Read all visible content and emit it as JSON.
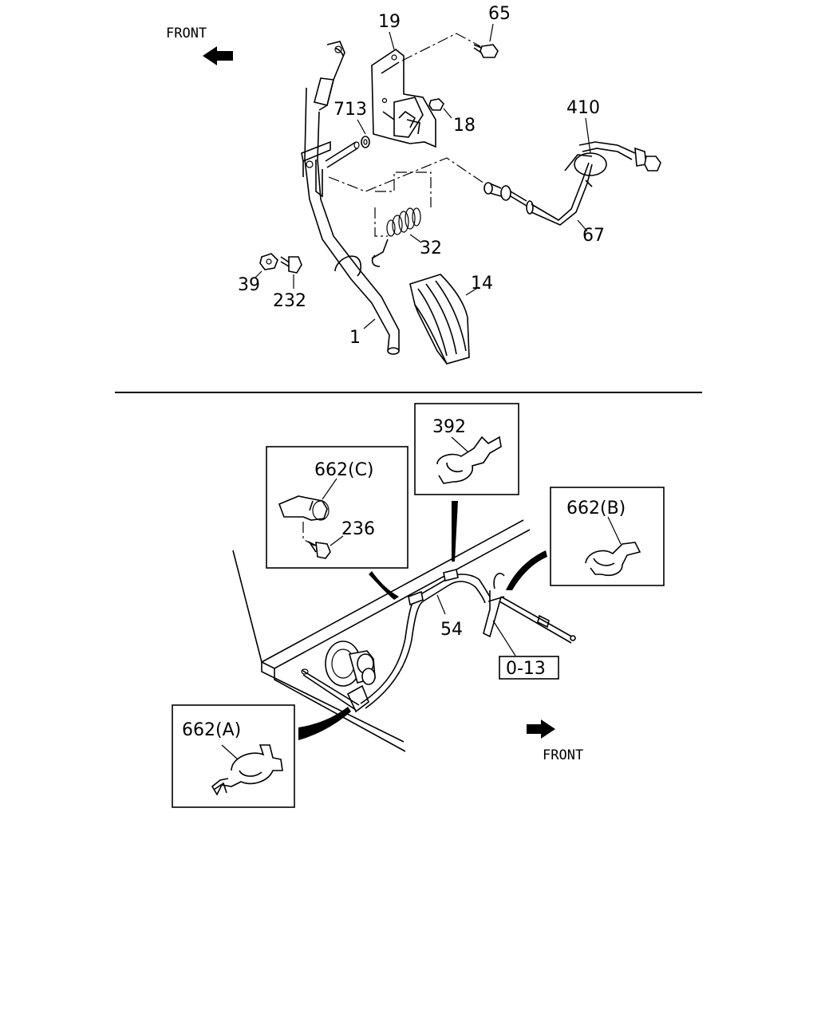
{
  "top": {
    "front_label": "FRONT",
    "parts": {
      "p19": "19",
      "p65": "65",
      "p18": "18",
      "p713": "713",
      "p410": "410",
      "p67": "67",
      "p32": "32",
      "p39": "39",
      "p232": "232",
      "p14": "14",
      "p1": "1"
    }
  },
  "bottom": {
    "front_label": "FRONT",
    "parts": {
      "p392": "392",
      "p662c": "662(C)",
      "p236": "236",
      "p662b": "662(B)",
      "p54": "54",
      "p013": "0-13",
      "p662a": "662(A)"
    }
  }
}
